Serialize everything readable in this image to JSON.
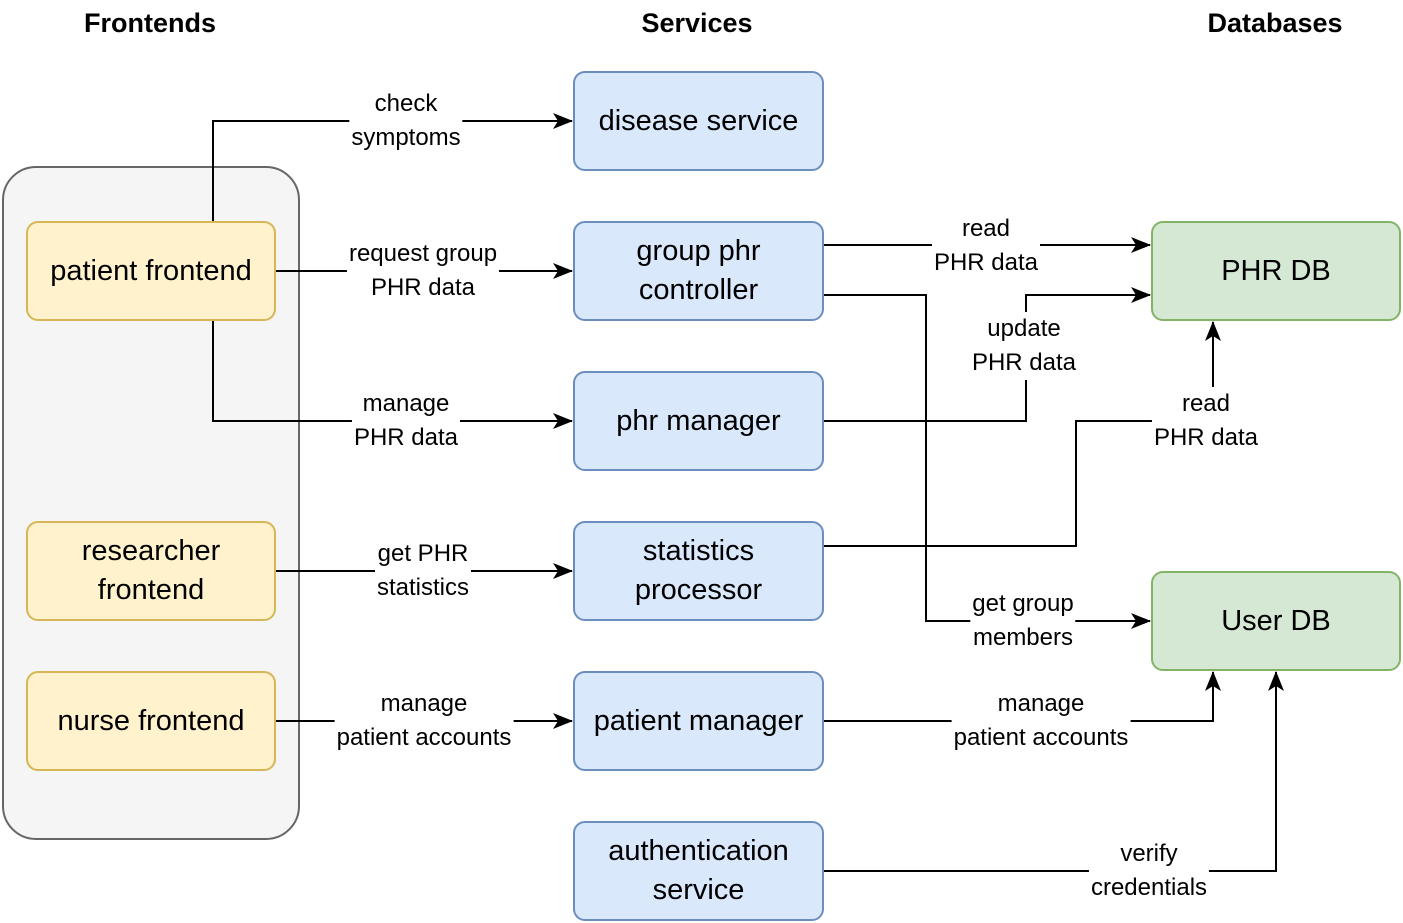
{
  "headers": {
    "frontends": "Frontends",
    "services": "Services",
    "databases": "Databases"
  },
  "nodes": {
    "patient_frontend": "patient frontend",
    "researcher_frontend": "researcher\nfrontend",
    "nurse_frontend": "nurse frontend",
    "disease_service": "disease service",
    "group_phr_controller": "group phr\ncontroller",
    "phr_manager": "phr manager",
    "statistics_processor": "statistics\nprocessor",
    "patient_manager": "patient manager",
    "authentication_service": "authentication\nservice",
    "phr_db": "PHR DB",
    "user_db": "User DB"
  },
  "edges": {
    "check_symptoms": "check\nsymptoms",
    "request_group_phr": "request group\nPHR data",
    "manage_phr": "manage\nPHR data",
    "get_phr_statistics": "get PHR\nstatistics",
    "manage_patient_accounts_nurse": "manage\npatient accounts",
    "read_phr_group": "read\nPHR data",
    "update_phr": "update\nPHR data",
    "read_phr_stats": "read\nPHR data",
    "get_group_members": "get group\nmembers",
    "manage_patient_accounts_db": "manage\npatient accounts",
    "verify_credentials": "verify\ncredentials"
  },
  "colors": {
    "frontend_fill": "#fff2cc",
    "frontend_stroke": "#d6b656",
    "service_fill": "#dae8fc",
    "service_stroke": "#6c8ebf",
    "db_fill": "#d5e8d4",
    "db_stroke": "#82b366",
    "group_fill": "#f5f5f5",
    "group_stroke": "#666666"
  }
}
